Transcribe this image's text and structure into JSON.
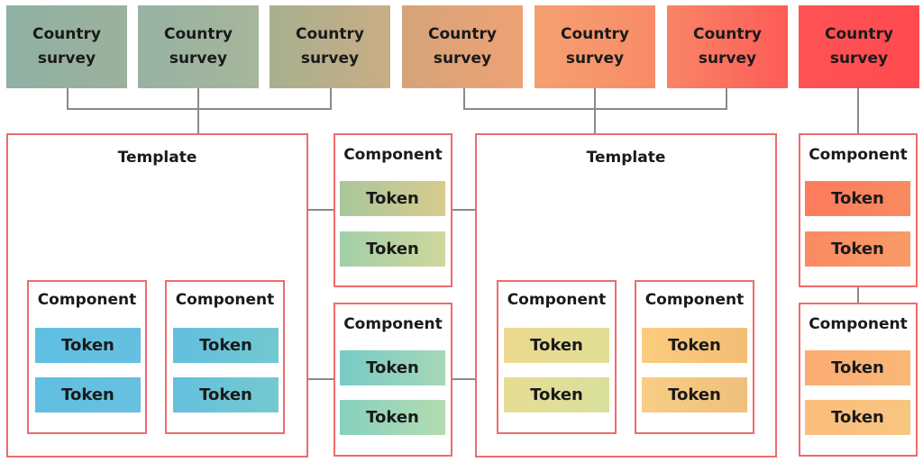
{
  "surveys": [
    {
      "label": "Country\nsurvey",
      "gradient": [
        "#8fb1a4",
        "#9cb19c"
      ]
    },
    {
      "label": "Country\nsurvey",
      "gradient": [
        "#97b2a4",
        "#a6b69a"
      ]
    },
    {
      "label": "Country\nsurvey",
      "gradient": [
        "#a7b08f",
        "#c9ad85"
      ]
    },
    {
      "label": "Country\nsurvey",
      "gradient": [
        "#d5a47a",
        "#eea274"
      ]
    },
    {
      "label": "Country\nsurvey",
      "gradient": [
        "#f5a070",
        "#f98b68"
      ]
    },
    {
      "label": "Country\nsurvey",
      "gradient": [
        "#f98567",
        "#fd5c56"
      ]
    },
    {
      "label": "Country\nsurvey",
      "gradient": [
        "#fe5354",
        "#ff4a50"
      ]
    }
  ],
  "templates": [
    {
      "title": "Template",
      "components": [
        {
          "title": "Component",
          "tokens": [
            {
              "label": "Token",
              "gradient": [
                "#5fbfe2",
                "#66bfe0"
              ]
            },
            {
              "label": "Token",
              "gradient": [
                "#60bfe2",
                "#68c0df"
              ]
            }
          ]
        },
        {
          "title": "Component",
          "tokens": [
            {
              "label": "Token",
              "gradient": [
                "#62c0df",
                "#72c8d0"
              ]
            },
            {
              "label": "Token",
              "gradient": [
                "#64c0de",
                "#74c9cf"
              ]
            }
          ]
        }
      ]
    },
    {
      "title": "Template",
      "components": [
        {
          "title": "Component",
          "tokens": [
            {
              "label": "Token",
              "gradient": [
                "#ecd98f",
                "#e0df96"
              ]
            },
            {
              "label": "Token",
              "gradient": [
                "#e6dd93",
                "#d9e09c"
              ]
            }
          ]
        },
        {
          "title": "Component",
          "tokens": [
            {
              "label": "Token",
              "gradient": [
                "#fbcc7e",
                "#f3bd76"
              ]
            },
            {
              "label": "Token",
              "gradient": [
                "#f8cd84",
                "#efc07c"
              ]
            }
          ]
        }
      ]
    }
  ],
  "middle_components": [
    {
      "title": "Component",
      "tokens": [
        {
          "label": "Token",
          "gradient": [
            "#a9c79c",
            "#d8cb8e"
          ]
        },
        {
          "label": "Token",
          "gradient": [
            "#a2cfa8",
            "#cfd79c"
          ]
        }
      ]
    },
    {
      "title": "Component",
      "tokens": [
        {
          "label": "Token",
          "gradient": [
            "#78cbc8",
            "#a6d7b6"
          ]
        },
        {
          "label": "Token",
          "gradient": [
            "#86d0c0",
            "#b4dcb0"
          ]
        }
      ]
    }
  ],
  "right_components": [
    {
      "title": "Component",
      "tokens": [
        {
          "label": "Token",
          "gradient": [
            "#fc7b5e",
            "#f98a5f"
          ]
        },
        {
          "label": "Token",
          "gradient": [
            "#fb8a64",
            "#f89a66"
          ]
        }
      ]
    },
    {
      "title": "Component",
      "tokens": [
        {
          "label": "Token",
          "gradient": [
            "#fbac72",
            "#f9b776"
          ]
        },
        {
          "label": "Token",
          "gradient": [
            "#fbbd7c",
            "#f7c681"
          ]
        }
      ]
    }
  ],
  "colors": {
    "border": "#ee6b6b",
    "connector": "#8a8a8a"
  }
}
